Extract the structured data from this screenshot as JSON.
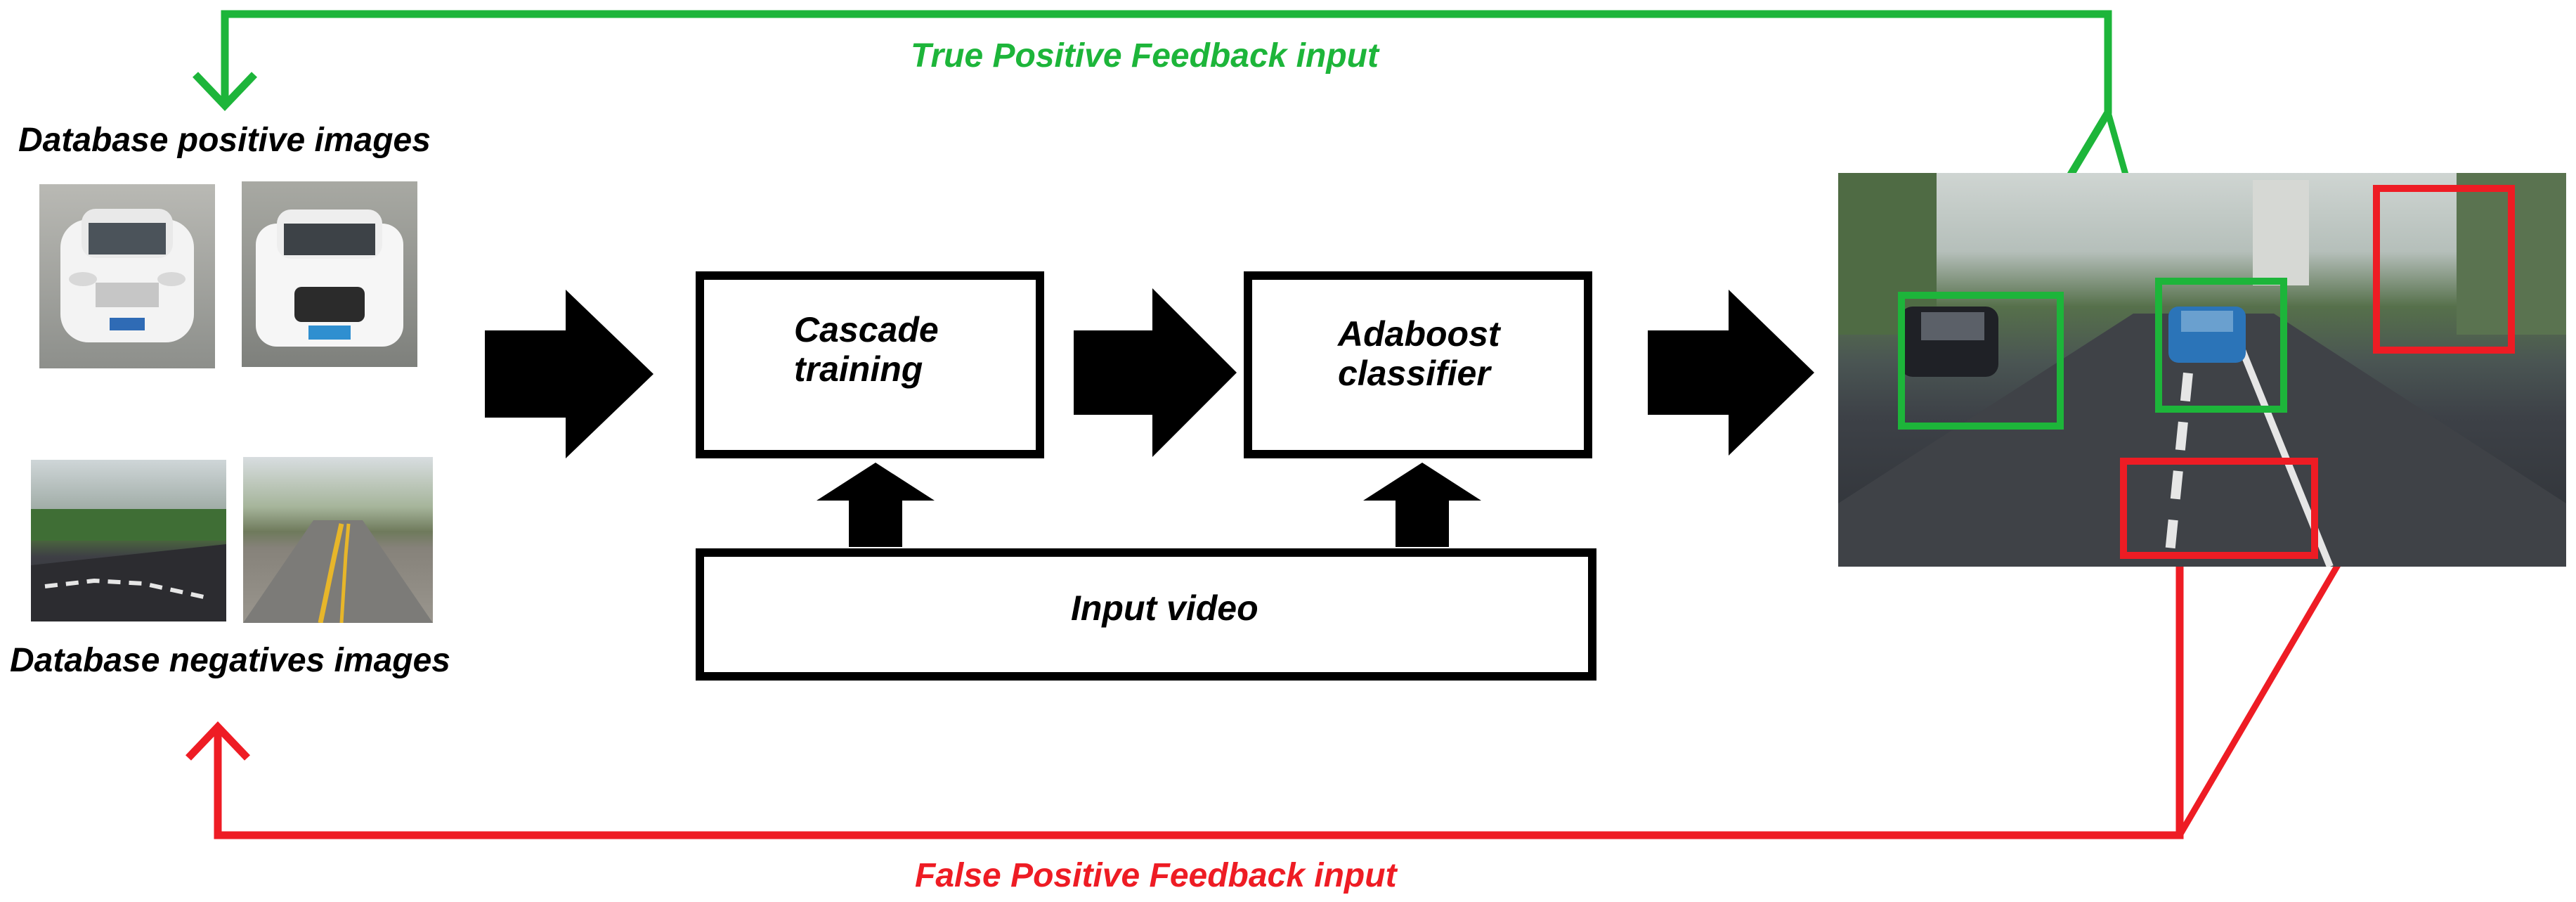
{
  "diagram": {
    "pos_label": "Database positive images",
    "neg_label": "Database negatives images",
    "tp_feedback": "True Positive Feedback input",
    "fp_feedback": "False Positive Feedback input",
    "cascade_line1": "Cascade",
    "cascade_line2": "training",
    "adaboost_line1": "Adaboost",
    "adaboost_line2": "classifier",
    "input_video": "Input video"
  },
  "colors": {
    "true_positive": "#1db53a",
    "false_positive": "#ee1c24",
    "box_border": "#000000"
  }
}
